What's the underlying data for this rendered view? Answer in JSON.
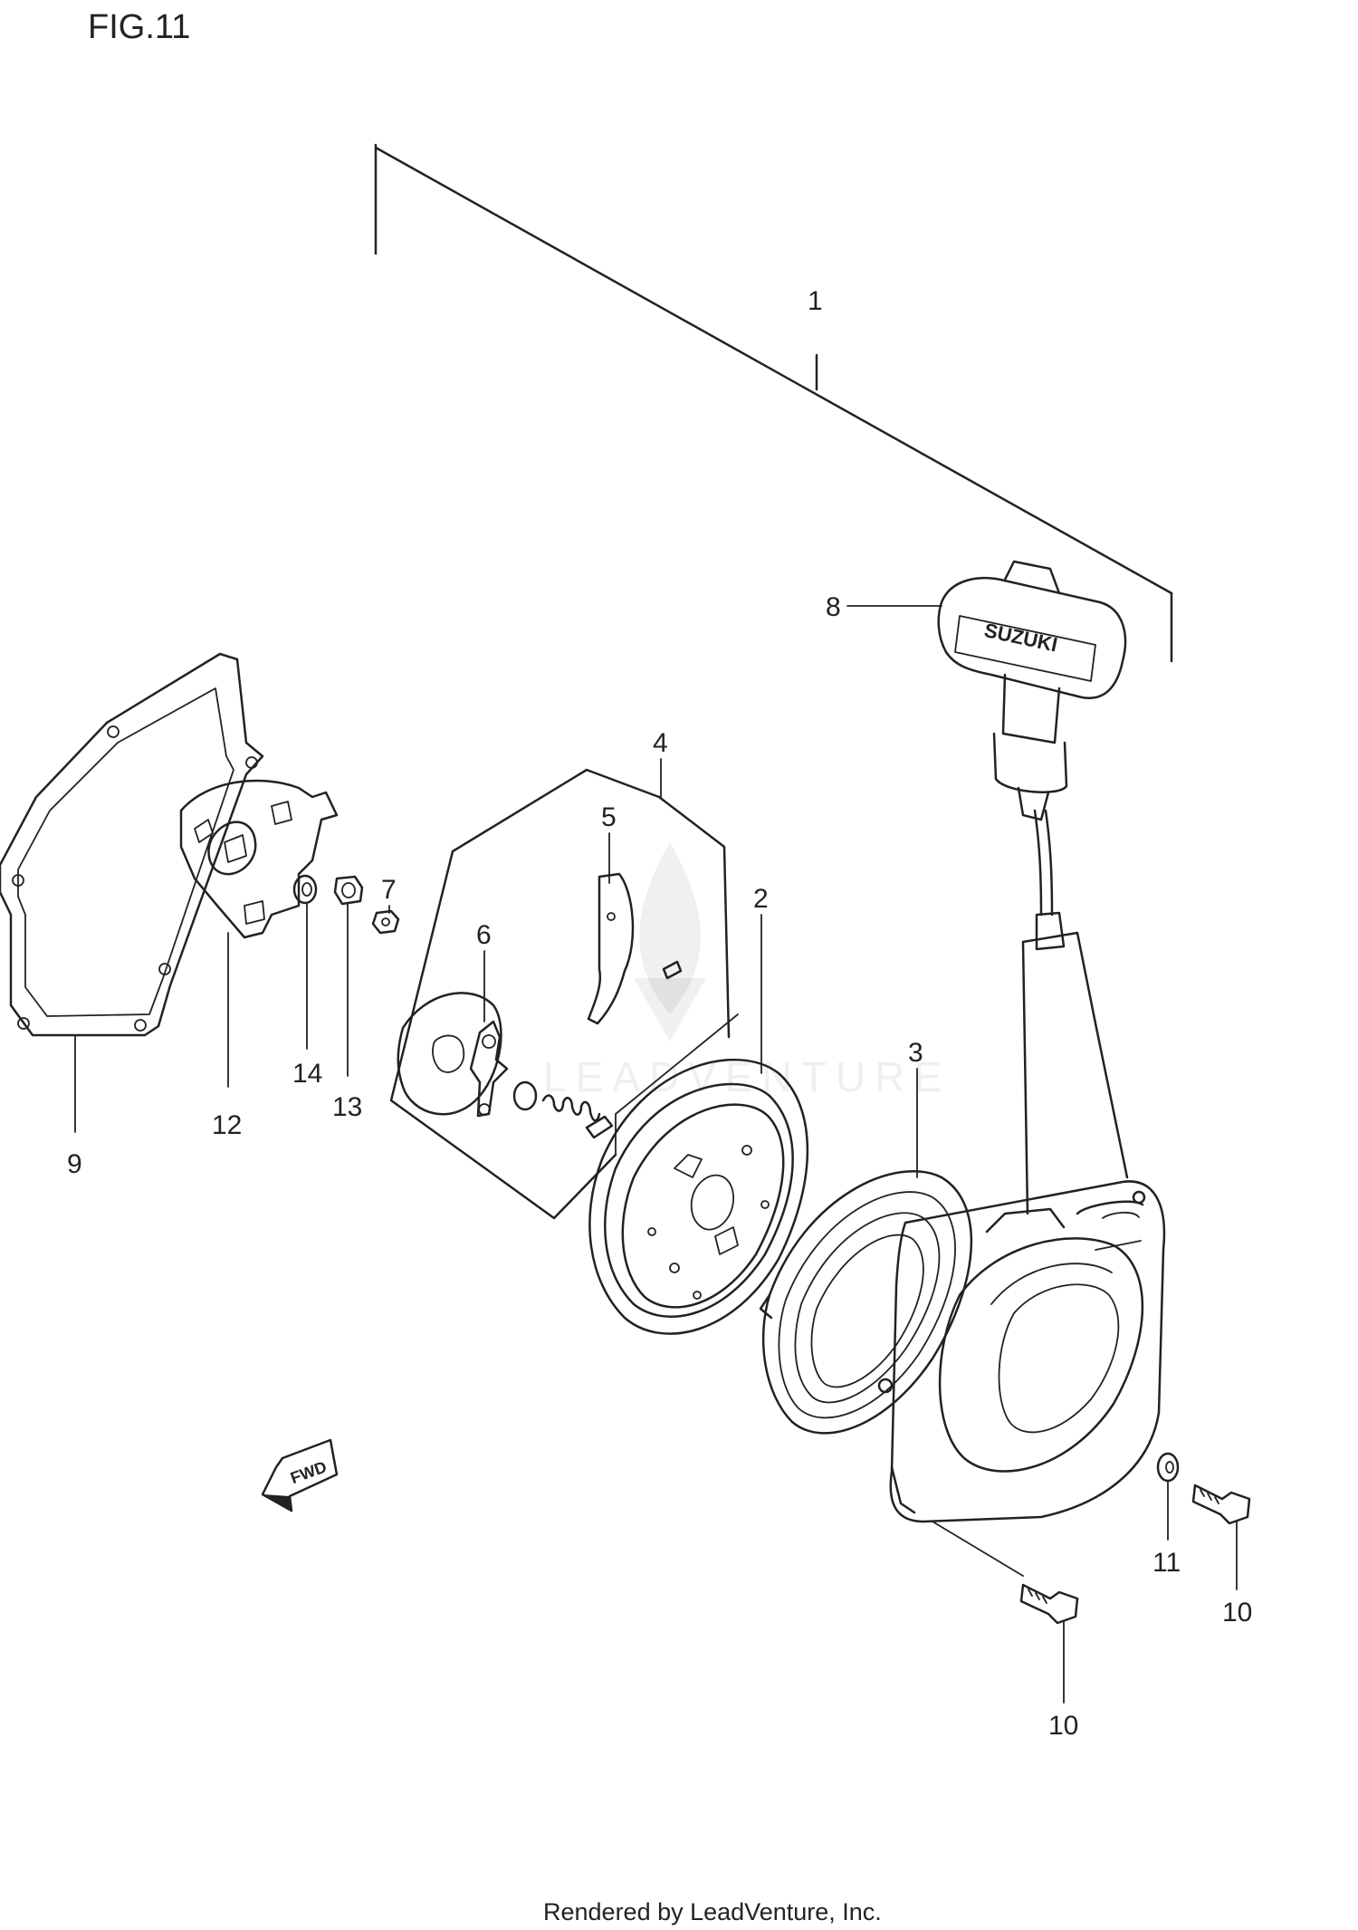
{
  "figure": {
    "title": "FIG.11"
  },
  "callouts": [
    {
      "id": "1",
      "text": "1"
    },
    {
      "id": "2",
      "text": "2"
    },
    {
      "id": "3",
      "text": "3"
    },
    {
      "id": "4",
      "text": "4"
    },
    {
      "id": "5",
      "text": "5"
    },
    {
      "id": "6",
      "text": "6"
    },
    {
      "id": "7",
      "text": "7"
    },
    {
      "id": "8",
      "text": "8"
    },
    {
      "id": "9",
      "text": "9"
    },
    {
      "id": "10a",
      "text": "10"
    },
    {
      "id": "10b",
      "text": "10"
    },
    {
      "id": "11",
      "text": "11"
    },
    {
      "id": "12",
      "text": "12"
    },
    {
      "id": "13",
      "text": "13"
    },
    {
      "id": "14",
      "text": "14"
    }
  ],
  "watermark": {
    "text": "LEADVENTURE"
  },
  "fwd_arrow": {
    "text": "FWD"
  },
  "handle_brand": {
    "text": "SUZUKI"
  },
  "footer": {
    "text": "Rendered by LeadVenture, Inc."
  }
}
